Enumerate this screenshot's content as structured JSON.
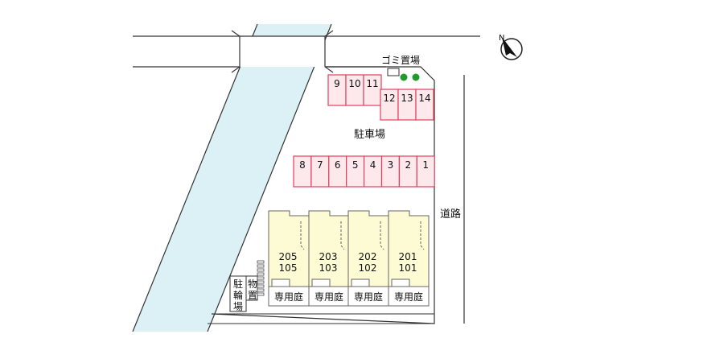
{
  "labels": {
    "garbage": "ゴミ置場",
    "parking": "駐車場",
    "road": "道路",
    "bicycle": [
      "駐",
      "輪",
      "場"
    ],
    "storage": [
      "物",
      "置"
    ],
    "compass_n": "N"
  },
  "parking_spaces": {
    "top_left": [
      "9",
      "10",
      "11"
    ],
    "top_right": [
      "12",
      "13",
      "14"
    ],
    "bottom_row": [
      "8",
      "7",
      "6",
      "5",
      "4",
      "3",
      "2",
      "1"
    ]
  },
  "units": [
    {
      "upper": "205",
      "lower": "105",
      "garden": "専用庭"
    },
    {
      "upper": "203",
      "lower": "103",
      "garden": "専用庭"
    },
    {
      "upper": "202",
      "lower": "102",
      "garden": "専用庭"
    },
    {
      "upper": "201",
      "lower": "101",
      "garden": "専用庭"
    }
  ],
  "colors": {
    "river": "#dcf1f5",
    "river_edge": "#9bbfc8",
    "parking_fill": "#fde8ec",
    "parking_stroke": "#e0405e",
    "building": "#fdfbd4",
    "tree": "#1f9a2c"
  }
}
